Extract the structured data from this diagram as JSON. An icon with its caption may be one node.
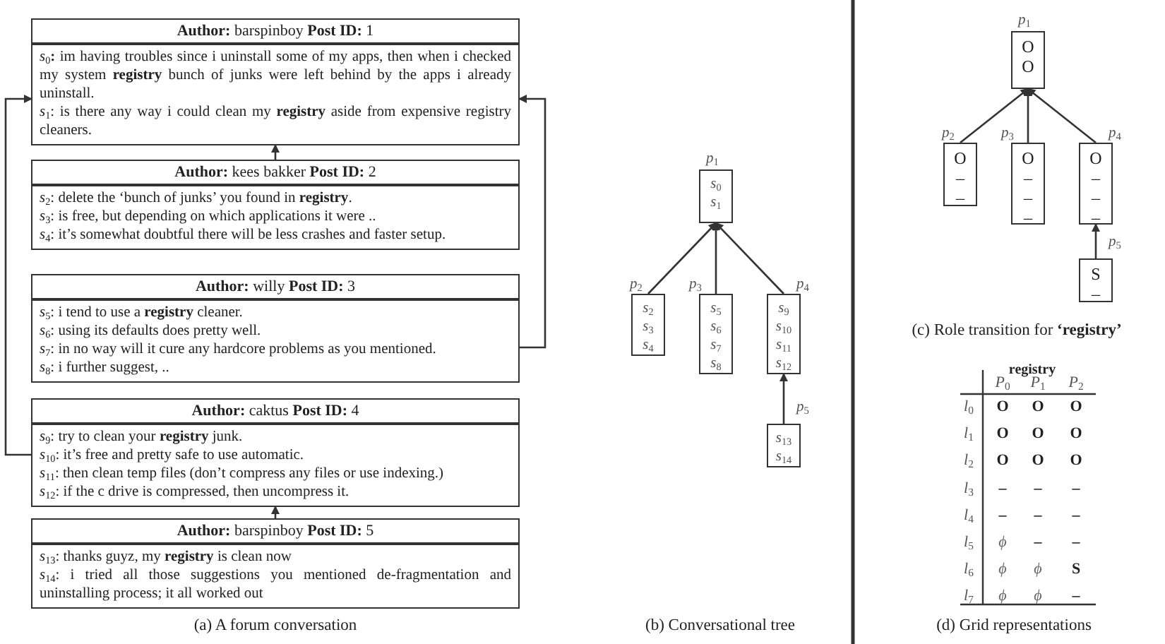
{
  "diagram": {
    "nodes": [
      {
        "text": [
          "**Author:** barspinboy  **Post ID:** 1",
          "*s*$_{0}$**:** im having troubles since i uninstall some of my apps, then when i checked my system **registry** bunch of junks were left behind by the apps i already uninstall.",
          "*s*$_{1}$: is there any way i could clean my **registry** aside from expensive registry cleaners."
        ]
      },
      {
        "text": [
          "**Author:** kees bakker  **Post ID:** 2",
          "*s*$_{2}$: delete the ‘bunch of junks’ you found in **registry**.",
          "*s*$_{3}$: is free, but depending on which applications it were ..",
          "*s*$_{4}$: it’s somewhat doubtful there will be less crashes and faster setup."
        ]
      },
      {
        "text": [
          "**Author:** willy  **Post ID:** 3",
          "*s*$_{5}$: i tend to use a **registry** cleaner.",
          "*s*$_{6}$: using its defaults does pretty well.",
          "*s*$_{7}$: in no way will it cure any hardcore problems as you mentioned.",
          "*s*$_{8}$: i further suggest, .."
        ]
      },
      {
        "text": [
          "**Author:** caktus  **Post ID:** 4",
          "*s*$_{9}$: try to clean your **registry** junk.",
          "*s*$_{10}$: it’s free and pretty safe to use automatic.",
          "*s*$_{11}$: then clean temp files (don’t compress any files or use indexing.)",
          "*s*$_{12}$: if the c drive is compressed, then uncompress it."
        ]
      },
      {
        "text": [
          "**Author:** barspinboy  **Post ID:** 5",
          "*s*$_{13}$: thanks guyz, my **registry** is clean now",
          "*s*$_{14}$: i tried all those suggestions you mentioned de-fragmentation and uninstalling process; it all worked out"
        ]
      },
      {
        "text": [
          "*s*$_{0}$",
          "*s*$_{1}$"
        ],
        "beside": [
          "*p*$_{1}$"
        ]
      },
      {
        "text": [
          "*s*$_{2}$",
          "*s*$_{3}$",
          "*s*$_{4}$"
        ],
        "beside": [
          "*p*$_{2}$"
        ]
      },
      {
        "text": [
          "*s*$_{5}$",
          "*s*$_{6}$",
          "*s*$_{7}$",
          "*s*$_{8}$"
        ],
        "beside": [
          "*p*$_{3}$"
        ]
      },
      {
        "text": [
          "*s*$_{9}$",
          "*s*$_{10}$",
          "*s*$_{11}$",
          "*s*$_{12}$"
        ],
        "beside": [
          "*p*$_{4}$"
        ]
      },
      {
        "text": [
          "*s*$_{13}$",
          "*s*$_{14}$"
        ],
        "beside": [
          "*p*$_{5}$"
        ]
      },
      {
        "text": [
          "O",
          "O"
        ],
        "beside": [
          "*p*$_{1}$"
        ]
      },
      {
        "text": [
          "O",
          "–",
          "–"
        ],
        "beside": [
          "*p*$_{2}$"
        ]
      },
      {
        "text": [
          "O",
          "–",
          "–",
          "–"
        ],
        "beside": [
          "*p*$_{3}$"
        ]
      },
      {
        "text": [
          "O",
          "–",
          "–",
          "–"
        ],
        "beside": [
          "*p*$_{4}$"
        ]
      },
      {
        "text": [
          "S",
          "–"
        ],
        "beside": [
          "*p*$_{5}$"
        ]
      }
    ],
    "edges": [
      {
        "from": 1,
        "to": 0,
        "arrow": "to"
      },
      {
        "from": 2,
        "to": 0,
        "arrow": "to"
      },
      {
        "from": 3,
        "to": 0,
        "arrow": "to"
      },
      {
        "from": 4,
        "to": 3,
        "arrow": "to"
      },
      {
        "from": 6,
        "to": 5,
        "arrow": "to"
      },
      {
        "from": 7,
        "to": 5,
        "arrow": "to"
      },
      {
        "from": 8,
        "to": 5,
        "arrow": "to"
      },
      {
        "from": 9,
        "to": 8,
        "arrow": "to"
      },
      {
        "from": 11,
        "to": 10,
        "arrow": "to"
      },
      {
        "from": 12,
        "to": 10,
        "arrow": "to"
      },
      {
        "from": 13,
        "to": 10,
        "arrow": "to"
      },
      {
        "from": 14,
        "to": 13,
        "arrow": "to"
      }
    ],
    "labels": [
      "(a) A forum conversation",
      "(b) Conversational tree",
      "(c) Role transition for **‘registry’**",
      "registry",
      "*P*$_{0}$",
      "*P*$_{1}$",
      "*P*$_{2}$",
      "*l*$_{0}$",
      "O",
      "O",
      "O",
      "*l*$_{1}$",
      "O",
      "O",
      "O",
      "*l*$_{2}$",
      "O",
      "O",
      "O",
      "*l*$_{3}$",
      "–",
      "–",
      "–",
      "*l*$_{4}$",
      "–",
      "–",
      "–",
      "*l*$_{5}$",
      "ϕ",
      "–",
      "–",
      "*l*$_{6}$",
      "ϕ",
      "ϕ",
      "S",
      "*l*$_{7}$",
      "ϕ",
      "ϕ",
      "–",
      "(d) Grid representations"
    ]
  }
}
